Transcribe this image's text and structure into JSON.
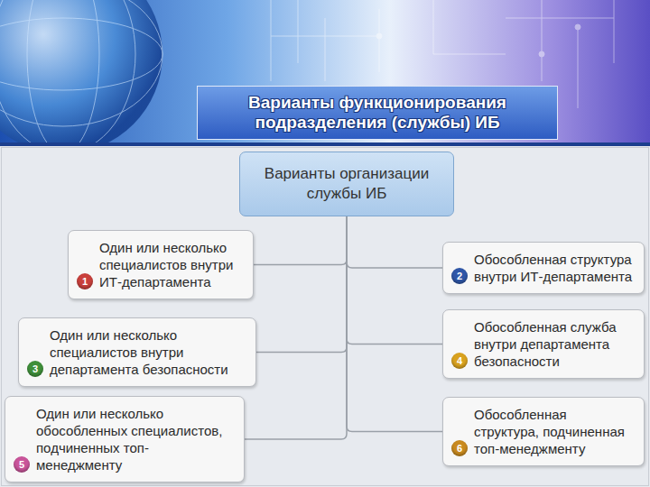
{
  "diagram": {
    "title": "Варианты функционирования подразделения (службы) ИБ",
    "nodes": [
      {
        "text": [
          "Варианты организации службы ИБ"
        ]
      },
      {
        "text": [
          "Один или несколько специалистов внутри ИТ-департамента",
          "1"
        ]
      },
      {
        "text": [
          "Обособленная структура внутри ИТ-департамента",
          "2"
        ]
      },
      {
        "text": [
          "Один или несколько специалистов внутри департамента безопасности",
          "3"
        ]
      },
      {
        "text": [
          "Обособленная служба внутри департамента безопасности",
          "4"
        ]
      },
      {
        "text": [
          "Один или несколько обособленных специалистов, подчиненных топ-менеджменту",
          "5"
        ]
      },
      {
        "text": [
          "Обособленная структура, подчиненная топ-менеджменту",
          "6"
        ]
      }
    ],
    "edges": [
      {
        "from": 0,
        "to": 1,
        "arrow": "none"
      },
      {
        "from": 0,
        "to": 2,
        "arrow": "none"
      },
      {
        "from": 0,
        "to": 3,
        "arrow": "none"
      },
      {
        "from": 0,
        "to": 4,
        "arrow": "none"
      },
      {
        "from": 0,
        "to": 5,
        "arrow": "none"
      },
      {
        "from": 0,
        "to": 6,
        "arrow": "none"
      }
    ]
  }
}
